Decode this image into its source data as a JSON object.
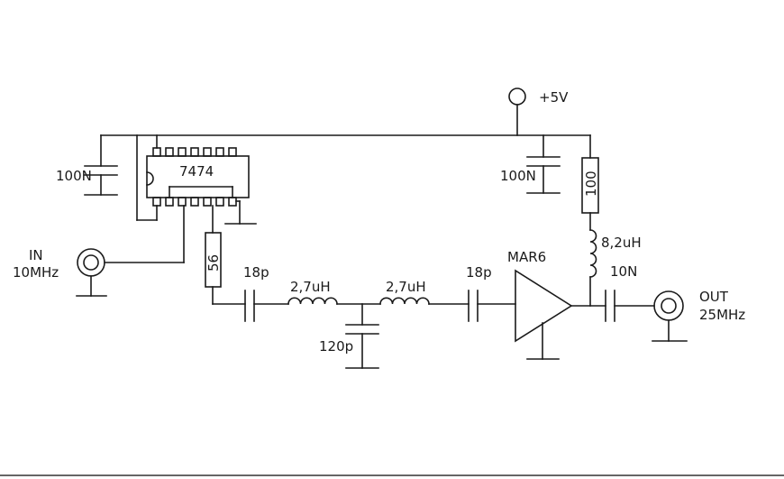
{
  "supply": {
    "label": "+5V"
  },
  "ic": {
    "label": "7474"
  },
  "input": {
    "label_line1": "IN",
    "label_line2": "10MHz"
  },
  "output": {
    "label_line1": "OUT",
    "label_line2": "25MHz"
  },
  "amplifier": {
    "label": "MAR6"
  },
  "components": {
    "c_decouple_left": "100N",
    "c_decouple_right": "100N",
    "r_bias": "100",
    "l_bias": "8,2uH",
    "r_series": "56",
    "c_in": "18p",
    "l_1": "2,7uH",
    "l_2": "2,7uH",
    "c_shunt": "120p",
    "c_amp_in": "18p",
    "c_out": "10N"
  }
}
